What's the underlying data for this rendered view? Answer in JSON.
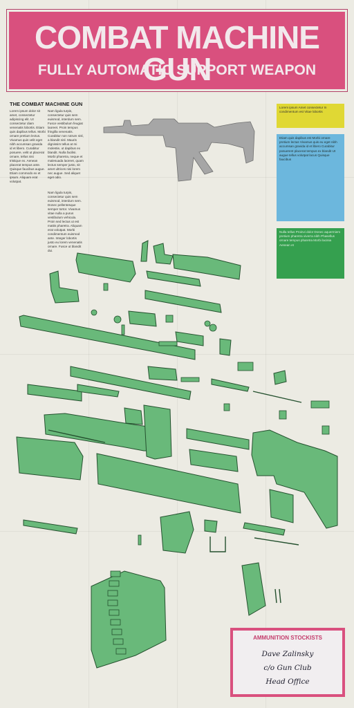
{
  "poster": {
    "title": "COMBAT MACHINE GUN",
    "subtitle": "FULLY AUTOMATIC SUPPORT WEAPON"
  },
  "article": {
    "heading": "THE COMBAT MACHINE GUN",
    "col1": "Lorem ipsum dolor sit amet, consectetur adipiscing elit. Ut consectetur diam venenatis lobortis. Etiam quis dapibus tellus. Morbi ornare pretium lectus. Vivamus quis velit eget nibh accumsan gravida id et libero. Curabitur posuere, velit ut placerat ornare, tellus nisi tristique ex. Aenean placerat tempus ante. Quisque faucibus augue. Etiam commodo ex et ipsum. Aliquam erat volutpat.",
    "col2": "Nam ligula turpis, consectetur quis sem euismod, interdum sem. Fusce vestibulum feugiat laoreet. Proin tempus fringilla venenatis. Curabitur non rutrum nisl, a blandit nisl. Mauris dignissim tellus at mi molestie, ut dapibus ex blandit. Nulla facilisi. Morbi pharetra, neque et malesuada laoreet, quam lectus semper justo, sit amet ultrices nisi lorem nec augue. Sed aliquet eget odio.",
    "col3": "Nam ligula turpis, consectetur quis sem euismod, interdum sem. Donec pellentesque semper tortor. Vivamus vitae nulla a purus vestibulum vehicula. Proin sed lectus ut est mattis pharetra. Aliquam erat volutpat. Morbi condimentum euismod ante. Integer lobortis justo eu lorem venenatis ornare. Fusce ut blandit dui."
  },
  "key": {
    "yellow": "Lorem ipsum Amet consectetur In condimentum est Vitae lobortis",
    "blue": "Etiam quis dapibus est Morbi ornare pretium lectus Vivamus quis eu eget nibh accumsan gravida id et libero Curabitur posuerent placerat tempus ex blandit Ut augue tellus volutpat lacus Quisque faucibus",
    "green": "Nulla tellus Proinvi dolor Donec aquermiem pretium pharetra viverra nibh Phasellus ornare tempus pharetra Morbi lacinia Aenean et"
  },
  "stockists": {
    "title": "AMMUNITION STOCKISTS",
    "line1": "Dave Zalinsky",
    "line2": "c/o Gun Club",
    "line3": "Head Office"
  },
  "colors": {
    "header": "#d9507e",
    "part_fill": "#69b97a",
    "part_stroke": "#24502e",
    "gun_silhouette": "#a6a6a6",
    "key_yellow": "#e0d834",
    "key_blue": "#6cb7dd",
    "key_green": "#35a04f"
  }
}
